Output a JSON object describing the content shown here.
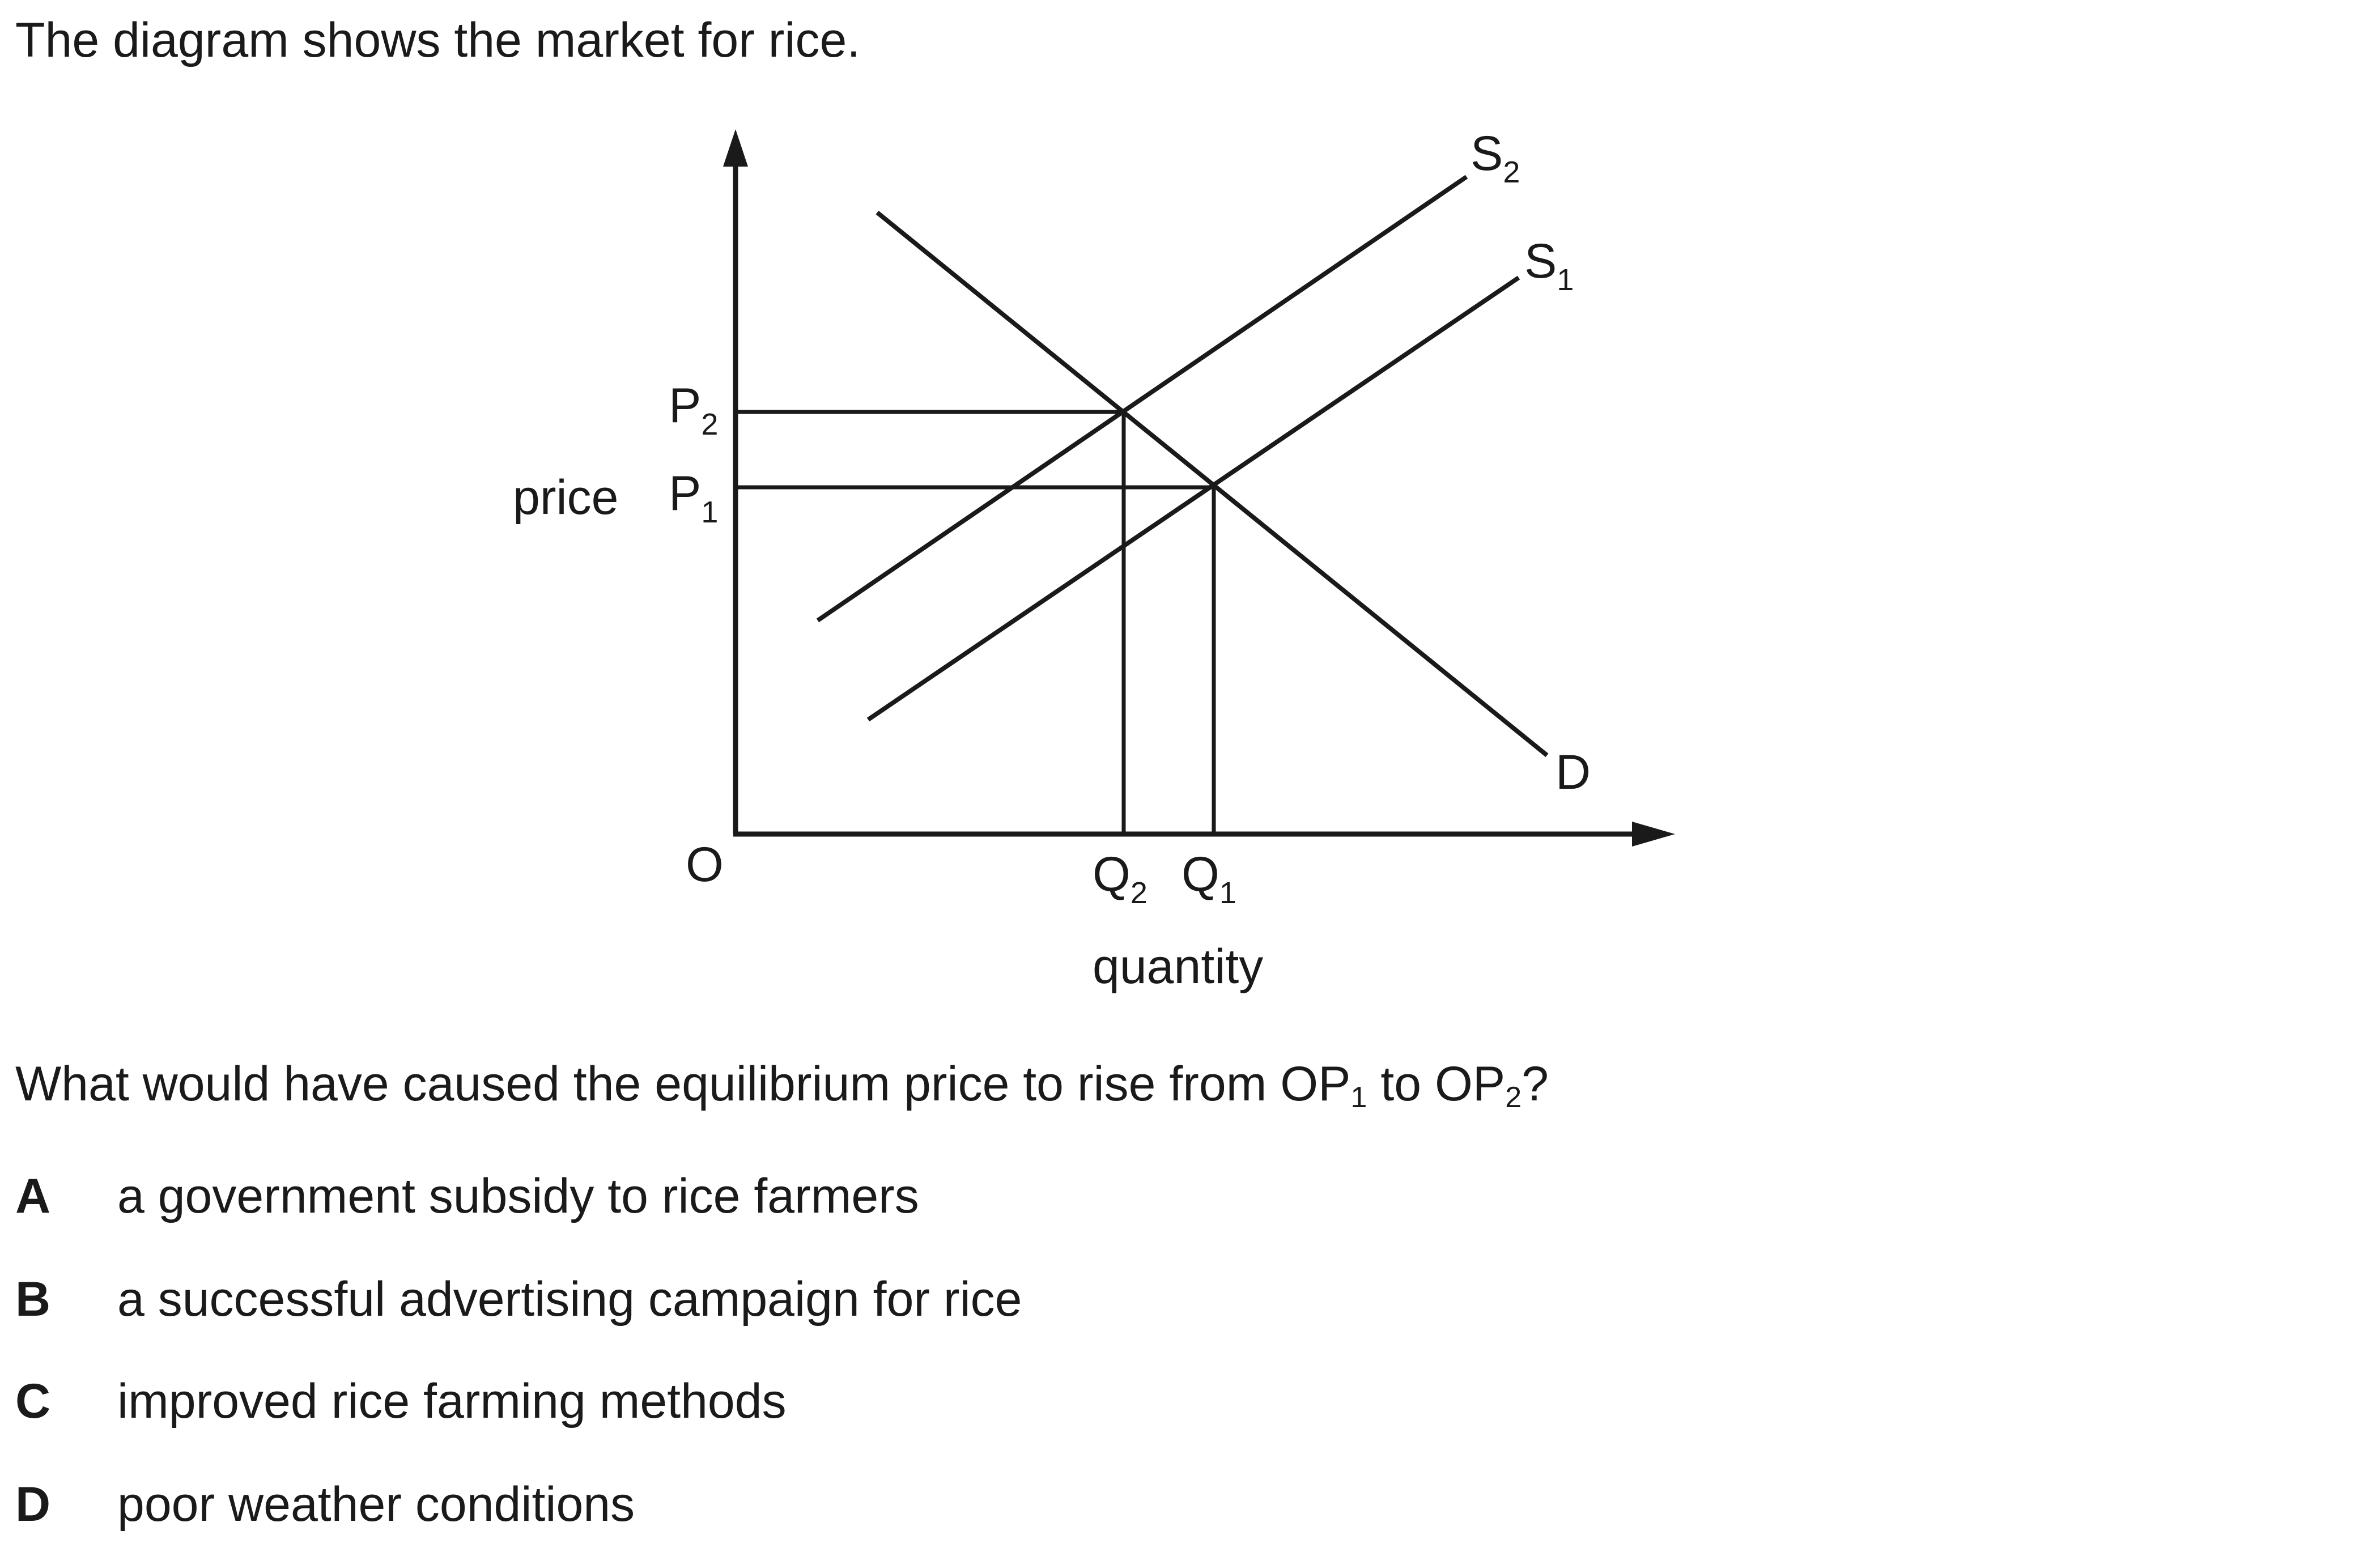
{
  "intro": "The diagram shows the market for rice.",
  "diagram": {
    "axis_labels": {
      "y": "price",
      "x": "quantity",
      "origin": "O"
    },
    "price_labels": [
      {
        "base": "P",
        "sub": "2"
      },
      {
        "base": "P",
        "sub": "1"
      }
    ],
    "quantity_labels": [
      {
        "base": "Q",
        "sub": "2"
      },
      {
        "base": "Q",
        "sub": "1"
      }
    ],
    "curves": {
      "S2": {
        "base": "S",
        "sub": "2"
      },
      "S1": {
        "base": "S",
        "sub": "1"
      },
      "D": "D"
    }
  },
  "question": {
    "prefix": "What would have caused the equilibrium price to rise from OP",
    "sub1": "1",
    "middle": " to OP",
    "sub2": "2",
    "suffix": "?"
  },
  "options": [
    {
      "letter": "A",
      "text": "a government subsidy to rice farmers"
    },
    {
      "letter": "B",
      "text": "a successful advertising campaign for rice"
    },
    {
      "letter": "C",
      "text": "improved rice farming methods"
    },
    {
      "letter": "D",
      "text": "poor weather conditions"
    }
  ]
}
